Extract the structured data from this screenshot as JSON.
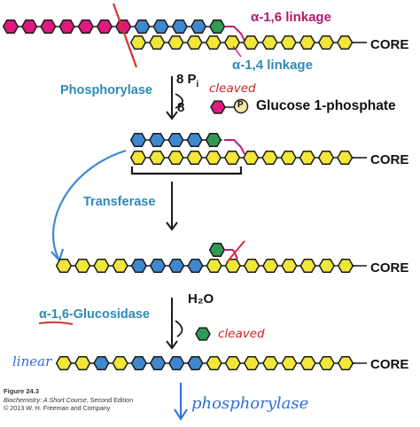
{
  "labels": {
    "alpha16": "α-1,6 linkage",
    "alpha14": "α-1,4 linkage",
    "core": "CORE",
    "pi_count": "8 P",
    "pi_sub": "i",
    "glc_count": "8",
    "p_circle": "P",
    "cleaved": "cleaved",
    "glc1p": "Glucose 1-phosphate",
    "h2o": "H₂O"
  },
  "enzymes": {
    "phosphorylase": "Phosphorylase",
    "transferase": "Transferase",
    "glucosidase": "α-1,6-Glucosidase"
  },
  "annotations": {
    "linear": "linear",
    "phosphorylase_hand": "phosphorylase"
  },
  "caption": {
    "figure": "Figure 24.3",
    "book": "Biochemistry: A Short Course",
    "edition": ", Second Edition",
    "copyright": "© 2013 W. H. Freeman and Company"
  },
  "colors": {
    "yellow": "#f2e63a",
    "blue": "#3f88d0",
    "magenta": "#e0197f",
    "green": "#2f9b55",
    "red_mark": "#d83030",
    "pink_link": "#c01a7a",
    "hand_blue": "#2f6fd6"
  }
}
